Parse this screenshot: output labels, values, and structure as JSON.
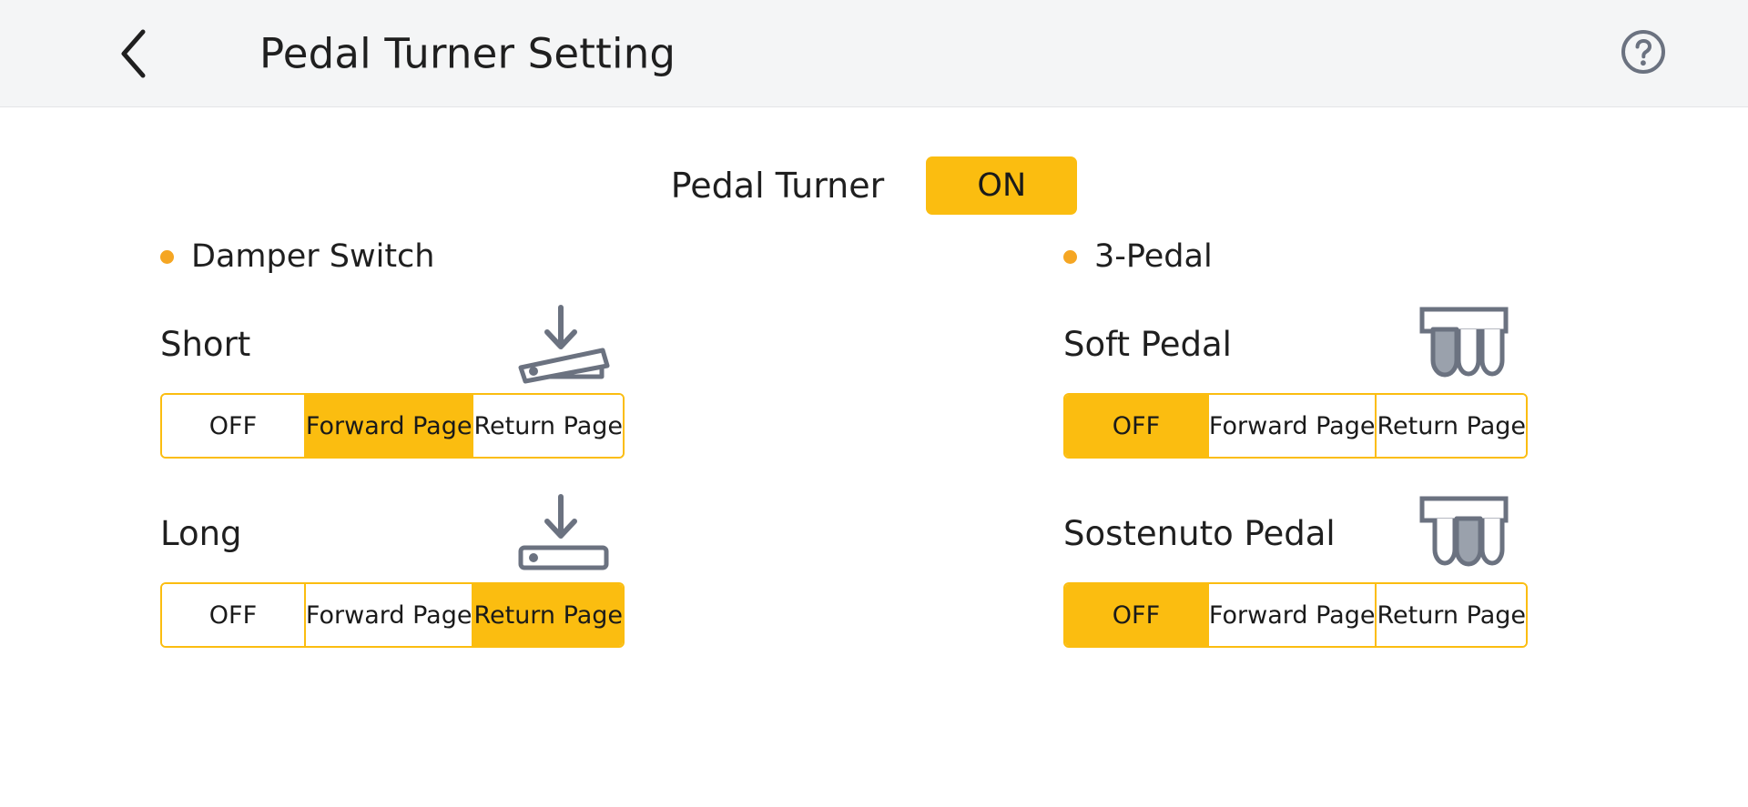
{
  "header": {
    "back_icon": "chevron-left-icon",
    "title": "Pedal Turner Setting",
    "help_icon": "help-circle-icon"
  },
  "master": {
    "label": "Pedal Turner",
    "toggle_value": "ON"
  },
  "colors": {
    "accent": "#fbbd10",
    "bullet": "#f5a623",
    "icon": "#6b7280",
    "header_bg": "#f4f5f6",
    "text": "#1f1f1f"
  },
  "options": [
    "OFF",
    "Forward Page",
    "Return Page"
  ],
  "sections": [
    {
      "title": "Damper Switch",
      "bullet": "bullet-dot",
      "pedals": [
        {
          "name": "Short",
          "icon": "damper-pedal-tilted-icon",
          "options": [
            "OFF",
            "Forward Page",
            "Return Page"
          ],
          "selected": "Forward Page",
          "selected_index": 1
        },
        {
          "name": "Long",
          "icon": "damper-pedal-flat-icon",
          "options": [
            "OFF",
            "Forward Page",
            "Return Page"
          ],
          "selected": "Return Page",
          "selected_index": 2
        }
      ]
    },
    {
      "title": "3-Pedal",
      "bullet": "bullet-dot",
      "pedals": [
        {
          "name": "Soft Pedal",
          "icon": "three-pedal-left-highlighted-icon",
          "options": [
            "OFF",
            "Forward Page",
            "Return Page"
          ],
          "selected": "OFF",
          "selected_index": 0
        },
        {
          "name": "Sostenuto Pedal",
          "icon": "three-pedal-middle-highlighted-icon",
          "options": [
            "OFF",
            "Forward Page",
            "Return Page"
          ],
          "selected": "OFF",
          "selected_index": 0
        }
      ]
    }
  ]
}
